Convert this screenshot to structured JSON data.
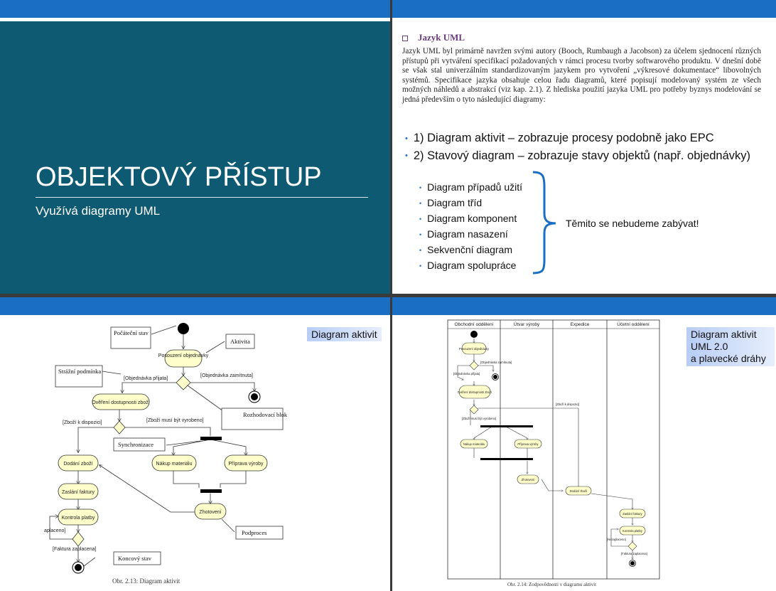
{
  "slide1": {
    "title": "OBJEKTOVÝ PŘÍSTUP",
    "subtitle": "Využívá diagramy UML"
  },
  "slide2": {
    "heading": "Jazyk UML",
    "paragraph": "Jazyk UML byl primárně navržen svými autory (Booch, Rumbaugh a Jacobson) za účelem sjednocení různých přístupů při vytváření specifikací požadovaných v rámci procesu tvorby softwarového produktu. V dnešní době se však stal univerzálním standardizovaným jazykem pro vytvoření „výkresové dokumentace“ libovolných systémů. Specifikace jazyka obsahuje celou řadu diagramů, které popisují modelovaný systém ze všech možných náhledů a abstrakcí (viz kap. 2.1). Z hlediska použití jazyka UML pro potřeby byznys modelování se jedná především o tyto následující diagramy:",
    "main_items": [
      "1) Diagram aktivit – zobrazuje procesy podobně jako EPC",
      "2) Stavový diagram – zobrazuje stavy objektů (např. objednávky)"
    ],
    "other_items": [
      "Diagram případů užití",
      "Diagram tříd",
      "Diagram komponent",
      "Diagram nasazení",
      "Sekvenční diagram",
      "Diagram spolupráce"
    ],
    "brace_note": "Těmito se nebudeme zabývat!"
  },
  "slide3": {
    "tag": "Diagram aktivit",
    "caption": "Obr. 2.13: Diagram aktivit",
    "callouts": {
      "start": "Počáteční stav",
      "activity": "Aktivita",
      "guard": "Strážní podmínka",
      "decision": "Rozhodovací blok",
      "sync": "Synchronizace",
      "subprocess": "Podproces",
      "end": "Koncový stav"
    },
    "nodes": {
      "posouzeni": "Posouzení objednávky",
      "overeni": "Ověření dostupnosti zboží",
      "dodani": "Dodání zboží",
      "zaslani": "Zaslání faktury",
      "kontrola": "Kontrola platby",
      "nakup": "Nákup materiálu",
      "priprava": "Příprava výroby",
      "zhotoveni": "Zhotovení"
    },
    "guards": {
      "prijata": "[Objednávka přijata]",
      "zamitnuta": "[Objednávka zamítnuta]",
      "k_dispozici": "[Zboží k dispozici]",
      "vyrobeno": "[Zboží musí být vyrobeno]",
      "zaplaceno": "aplaceno]",
      "faktura": "[Faktura zaplacena]"
    }
  },
  "slide4": {
    "tag_lines": [
      "Diagram aktivit",
      "UML 2.0",
      "a plavecké dráhy"
    ],
    "caption": "Obr. 2.14: Zodpovědnosti v diagramu aktivit",
    "lanes": [
      "Obchodní oddělení",
      "Útvar výroby",
      "Expedice",
      "Účetní oddělení"
    ],
    "nodes": {
      "posouzeni": "Posouzení objednávky",
      "overeni": "Ověření dostupnosti zboží",
      "nakup": "Nákup materiálu",
      "priprava": "Příprava výroby",
      "zhotoveni": "Zhotovení",
      "dodani": "Dodání zboží",
      "zaslani": "Zaslání faktury",
      "kontrola": "Kontrola platby"
    },
    "guards": {
      "zamitnuta": "[Objednávka zamítnuta]",
      "prijata": "[Objednávka přijata]",
      "k_dispozici": "[Zboží k dispozici]",
      "vyrobeno": "[Zboží musí být vyrobeno]",
      "nezaplaceno": "[Nezaplaceno]",
      "faktura": "[Faktura zaplacena]"
    }
  },
  "colors": {
    "top_bar": "#1a6fc4",
    "title_bg": "#0f5a73",
    "node_fill": "#ffffcc",
    "brace": "#1a6fc4"
  }
}
